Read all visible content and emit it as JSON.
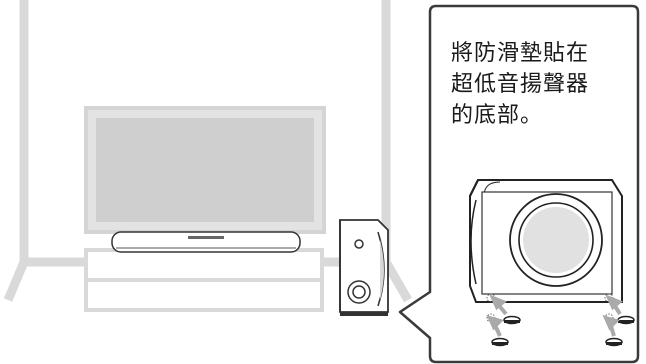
{
  "callout": {
    "lines": [
      "將防滑墊貼在",
      "超低音揚聲器",
      "的底部。"
    ]
  },
  "colors": {
    "wall_line": "#d9d9d9",
    "tv_screen": "#cfcfcf",
    "outline": "#333333",
    "arrow": "#aaaaaa"
  }
}
